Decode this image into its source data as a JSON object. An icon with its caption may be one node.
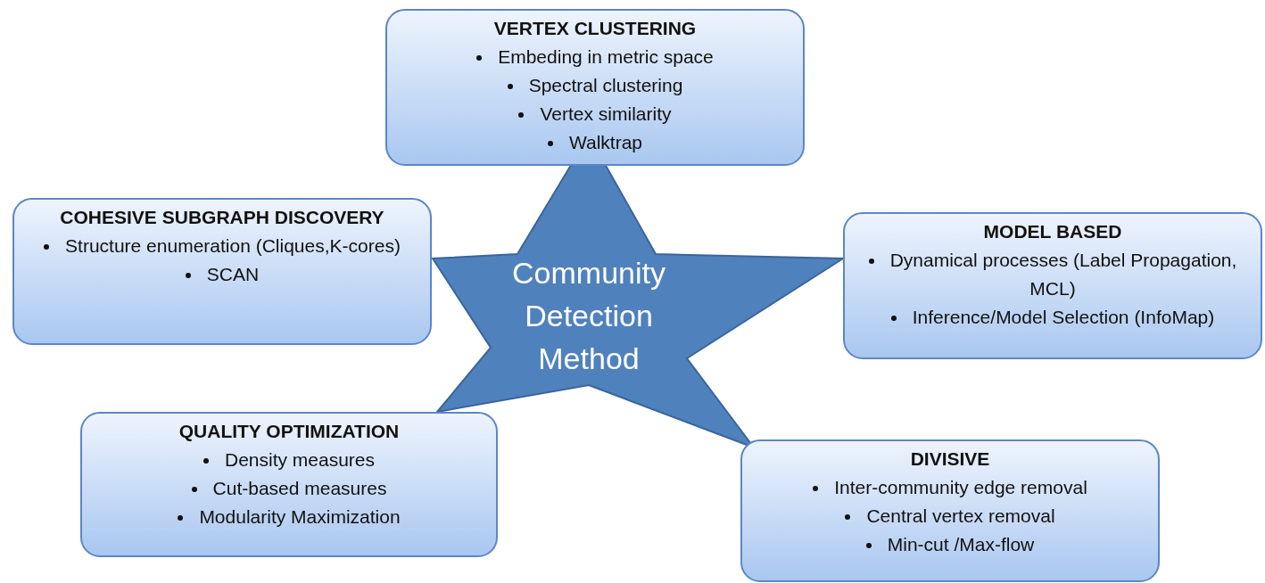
{
  "diagram": {
    "nodes": [
      {
        "text": [
          "Community Detection Method"
        ]
      },
      {
        "text": [
          "VERTEX CLUSTERING",
          "Embeding in metric space",
          "Spectral clustering",
          "Vertex similarity",
          "Walktrap"
        ]
      },
      {
        "text": [
          "COHESIVE SUBGRAPH DISCOVERY",
          "Structure enumeration (Cliques,K-cores)",
          "SCAN"
        ]
      },
      {
        "text": [
          "MODEL BASED",
          "Dynamical processes (Label Propagation, MCL)",
          "Inference/Model Selection (InfoMap)"
        ]
      },
      {
        "text": [
          "QUALITY OPTIMIZATION",
          "Density measures",
          "Cut-based measures",
          "Modularity Maximization"
        ]
      },
      {
        "text": [
          "DIVISIVE",
          "Inter-community edge removal",
          "Central vertex removal",
          "Min-cut /Max-flow"
        ]
      }
    ],
    "edges": []
  }
}
